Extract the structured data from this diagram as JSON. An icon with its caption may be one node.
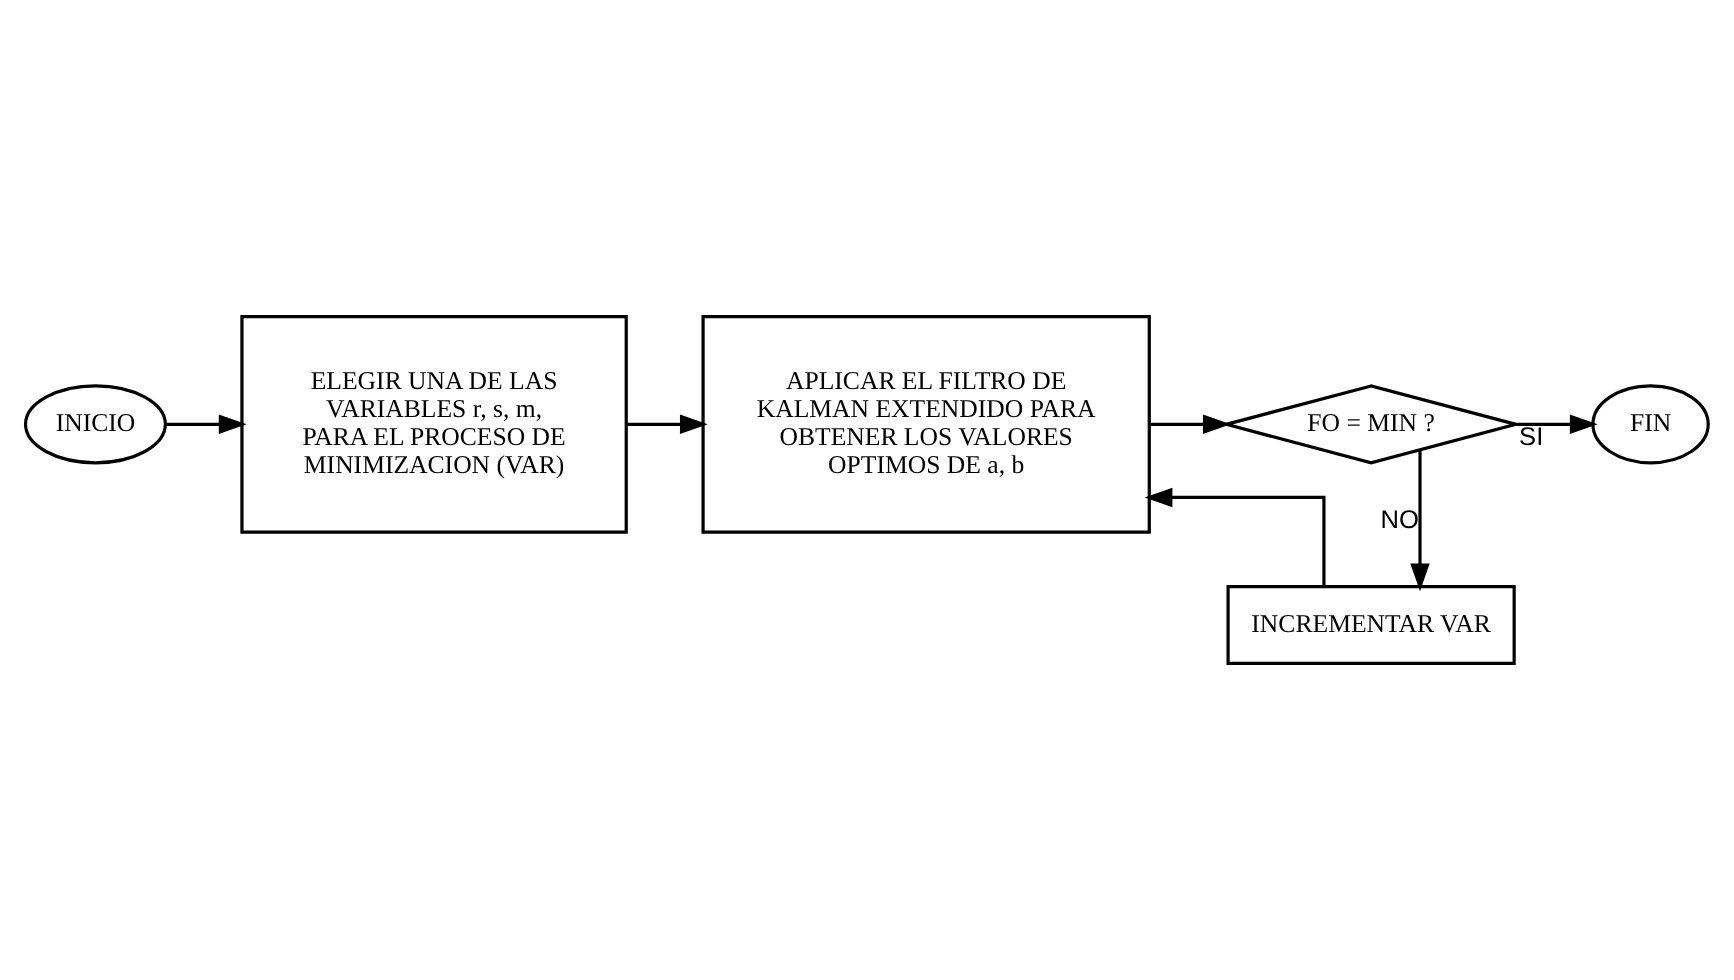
{
  "diagram": {
    "nodes": [
      {
        "text": [
          "INICIO"
        ]
      },
      {
        "text": [
          "ELEGIR UNA DE LAS VARIABLES r, s, m, PARA EL PROCESO DE MINIMIZACION (VAR)"
        ]
      },
      {
        "text": [
          "APLICAR EL FILTRO DE KALMAN EXTENDIDO PARA OBTENER LOS VALORES OPTIMOS DE a, b"
        ]
      },
      {
        "text": [
          "FO = MIN ?"
        ]
      },
      {
        "text": [
          "FIN"
        ]
      },
      {
        "text": [
          "INCREMENTAR VAR"
        ]
      }
    ],
    "edges": [
      {
        "from": 0,
        "to": 1,
        "arrow": "to"
      },
      {
        "from": 1,
        "to": 2,
        "arrow": "to"
      },
      {
        "from": 2,
        "to": 3,
        "arrow": "to"
      },
      {
        "from": 3,
        "to": 4,
        "arrow": "to",
        "label": "SI"
      },
      {
        "from": 3,
        "to": 5,
        "arrow": "to",
        "label": "NO"
      },
      {
        "from": 5,
        "to": 2,
        "arrow": "to"
      }
    ]
  }
}
